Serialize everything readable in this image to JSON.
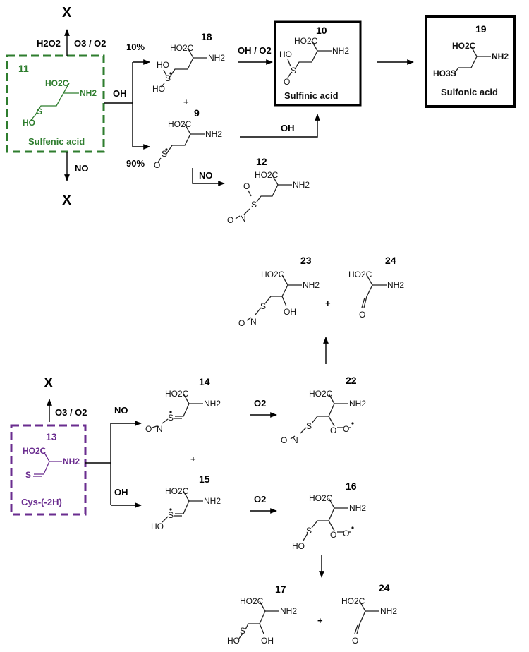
{
  "reagents": {
    "h2o2": "H2O2",
    "o3o2": "O3 / O2",
    "oh": "OH",
    "no": "NO",
    "oho2": "OH / O2",
    "o2": "O2",
    "pct10": "10%",
    "pct90": "90%",
    "x": "X",
    "plus": "+"
  },
  "names": {
    "sulfenic": "Sulfenic acid",
    "sulfinic": "Sulfinic acid",
    "sulfonic": "Sulfonic acid",
    "cys2h": "Cys-(-2H)"
  },
  "labels": {
    "ho2c": "HO2C",
    "nh2": "NH2",
    "ho3s": "HO3S",
    "s": "S",
    "o": "O",
    "n": "N",
    "ho": "HO",
    "oh": "OH"
  },
  "compounds": {
    "c9": "9",
    "c10": "10",
    "c11": "11",
    "c12": "12",
    "c13": "13",
    "c14": "14",
    "c15": "15",
    "c16": "16",
    "c17": "17",
    "c18": "18",
    "c19": "19",
    "c22": "22",
    "c23": "23",
    "c24a": "24",
    "c24b": "24"
  },
  "colors": {
    "green": "#2e7d2e",
    "purple": "#6a2c8f",
    "black": "#000000"
  }
}
